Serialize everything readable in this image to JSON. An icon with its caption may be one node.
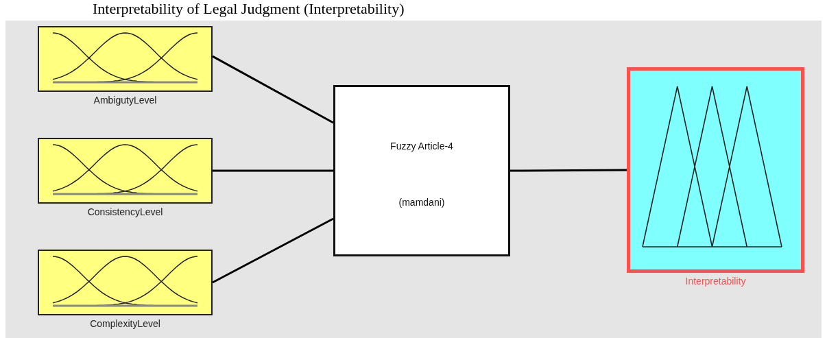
{
  "diagram": {
    "title": "Interpretability of Legal Judgment (Interpretability)",
    "nodes": [
      {
        "text": [
          "AmbigutyLevel"
        ]
      },
      {
        "text": [
          "ConsistencyLevel"
        ]
      },
      {
        "text": [
          "ComplexityLevel"
        ]
      },
      {
        "text": [
          "Fuzzy Article-4",
          "(mamdani)"
        ]
      },
      {
        "text": [
          "Interpretability"
        ]
      }
    ],
    "edges": [
      {
        "from": 0,
        "to": 3,
        "arrow": "none"
      },
      {
        "from": 1,
        "to": 3,
        "arrow": "none"
      },
      {
        "from": 2,
        "to": 3,
        "arrow": "none"
      },
      {
        "from": 3,
        "to": 4,
        "arrow": "none"
      }
    ]
  }
}
